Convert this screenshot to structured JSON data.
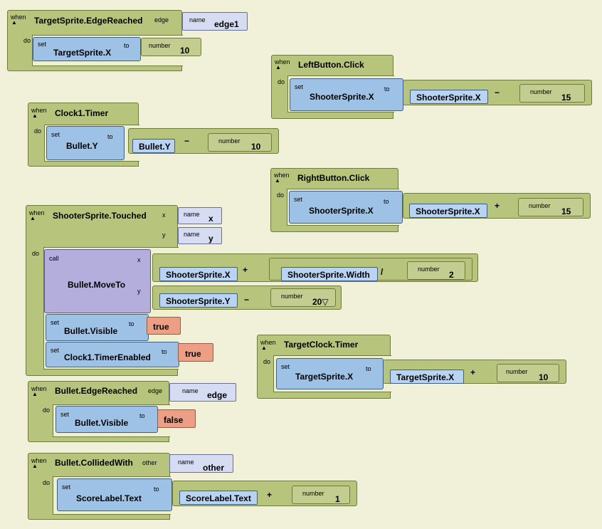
{
  "ui": {
    "when": "when",
    "do": "do",
    "set": "set",
    "to": "to",
    "call": "call",
    "name": "name",
    "number": "number"
  },
  "blocks": {
    "target_edge": {
      "title": "TargetSprite.EdgeReached",
      "param_label": "edge",
      "param_name": "edge1",
      "set_target": "TargetSprite.X",
      "value": "10"
    },
    "left_click": {
      "title": "LeftButton.Click",
      "set_target": "ShooterSprite.X",
      "getter": "ShooterSprite.X",
      "op": "−",
      "value": "15"
    },
    "clock_timer": {
      "title": "Clock1.Timer",
      "set_target": "Bullet.Y",
      "getter": "Bullet.Y",
      "op": "−",
      "value": "10"
    },
    "right_click": {
      "title": "RightButton.Click",
      "set_target": "ShooterSprite.X",
      "getter": "ShooterSprite.X",
      "op": "+",
      "value": "15"
    },
    "shooter_touched": {
      "title": "ShooterSprite.Touched",
      "param_x_label": "x",
      "param_x_name": "x",
      "param_y_label": "y",
      "param_y_name": "y",
      "call_name": "Bullet.MoveTo",
      "arg_x_label": "x",
      "arg_y_label": "y",
      "x_getter": "ShooterSprite.X",
      "x_op": "+",
      "width_getter": "ShooterSprite.Width",
      "div_op": "/",
      "div_value": "2",
      "y_getter": "ShooterSprite.Y",
      "y_op": "−",
      "y_value": "20▽",
      "set1_target": "Bullet.Visible",
      "set1_value": "true",
      "set2_target": "Clock1.TimerEnabled",
      "set2_value": "true"
    },
    "target_clock": {
      "title": "TargetClock.Timer",
      "set_target": "TargetSprite.X",
      "getter": "TargetSprite.X",
      "op": "+",
      "value": "10"
    },
    "bullet_edge": {
      "title": "Bullet.EdgeReached",
      "param_label": "edge",
      "param_name": "edge",
      "set_target": "Bullet.Visible",
      "value": "false"
    },
    "bullet_collided": {
      "title": "Bullet.CollidedWith",
      "param_label": "other",
      "param_name": "other",
      "set_target": "ScoreLabel.Text",
      "getter": "ScoreLabel.Text",
      "op": "+",
      "value": "1"
    }
  },
  "colors": {
    "event": "#b6c47c",
    "setter": "#9ec1e6",
    "getter": "#b9d4f2",
    "number": "#c2cd8f",
    "boolean": "#ec9f85",
    "call": "#b3aedb",
    "workspace": "#f1f0d9"
  }
}
